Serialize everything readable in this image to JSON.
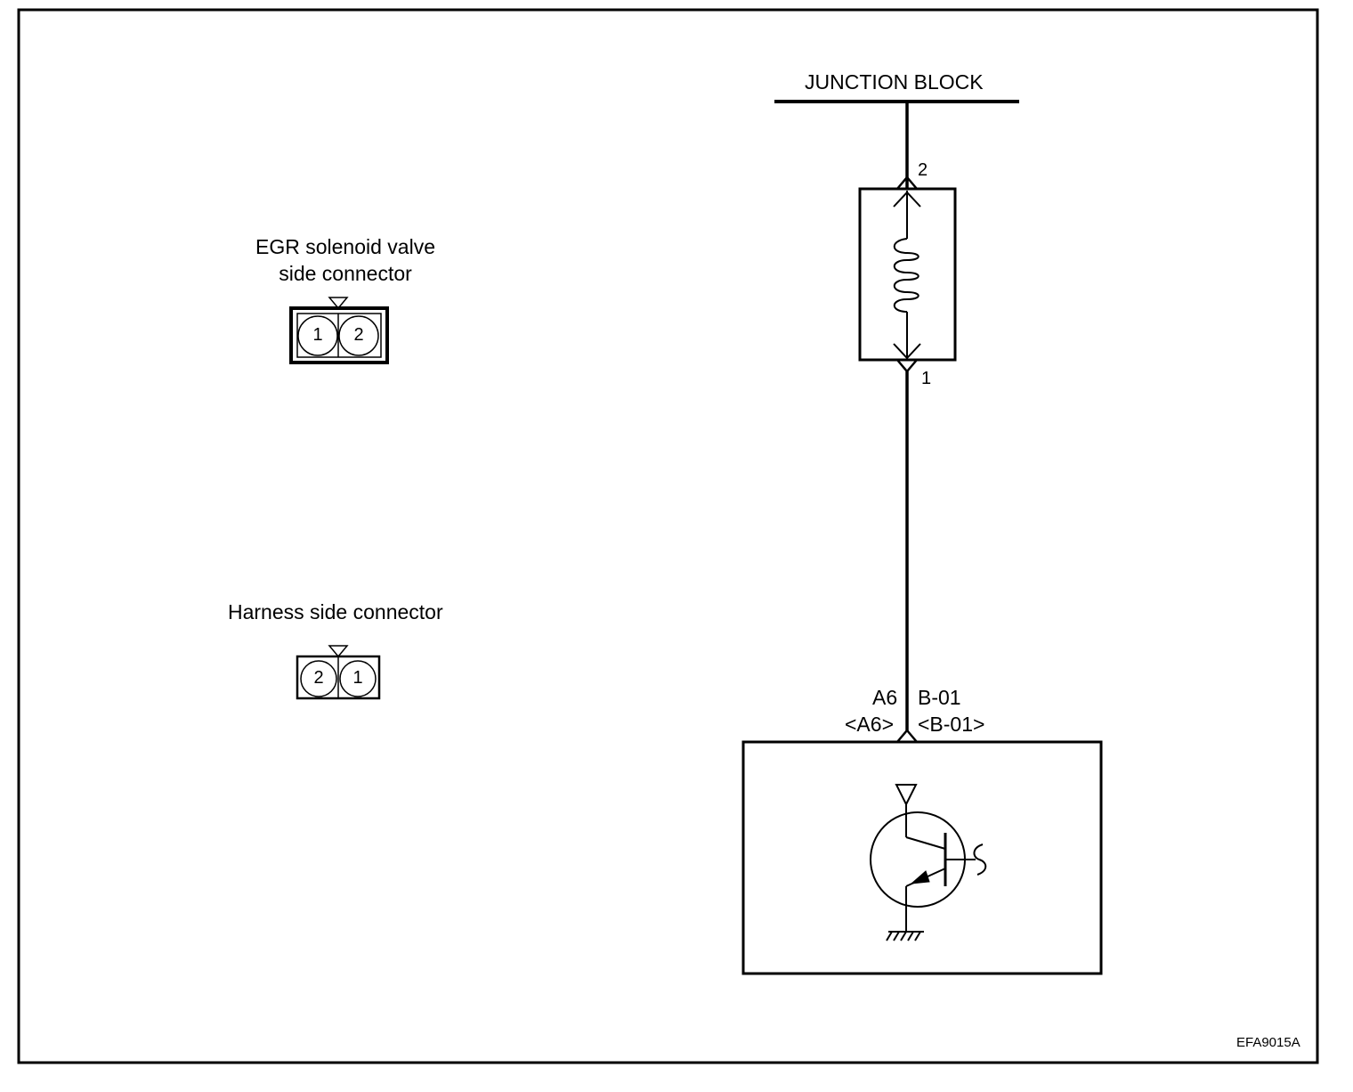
{
  "junction_block": {
    "label": "JUNCTION BLOCK"
  },
  "solenoid": {
    "upper_pin": "2",
    "lower_pin": "1"
  },
  "egr_connector": {
    "title_line1": "EGR solenoid valve",
    "title_line2": "side connector",
    "pins": [
      "1",
      "2"
    ]
  },
  "harness_connector": {
    "title": "Harness side connector",
    "pins": [
      "2",
      "1"
    ]
  },
  "ecm_terminal": {
    "left_code": "A6",
    "right_code": "B-01",
    "left_code_alt": "<A6>",
    "right_code_alt": "<B-01>"
  },
  "figure_code": "EFA9015A"
}
